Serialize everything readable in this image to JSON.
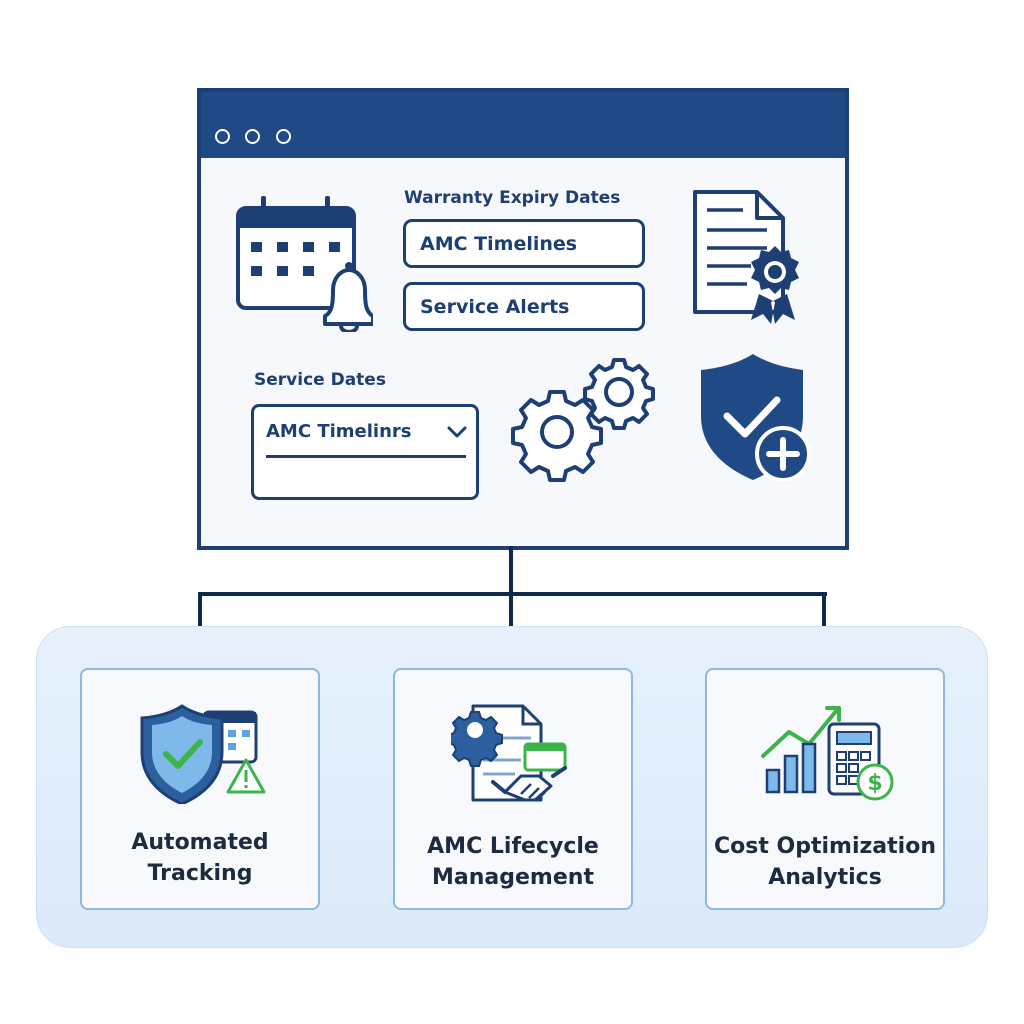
{
  "window": {
    "fields": {
      "top_label": "Warranty Expiry Dates",
      "pill_1": "AMC Timelines",
      "pill_2": "Service Alerts",
      "bottom_label": "Service Dates",
      "dropdown_value": "AMC Timelinrs"
    },
    "icons": [
      "calendar-icon",
      "bell-icon",
      "certificate-document-icon",
      "gears-icon",
      "shield-check-plus-icon"
    ]
  },
  "cards": [
    {
      "line1": "Automated",
      "line2": "Tracking",
      "icon": "shield-calendar-alert-icon"
    },
    {
      "line1": "AMC Lifecycle",
      "line2": "Management",
      "icon": "document-handshake-icon"
    },
    {
      "line1": "Cost Optimization",
      "line2": "Analytics",
      "icon": "chart-calculator-icon"
    }
  ],
  "colors": {
    "navy": "#1d3f73",
    "titlebar": "#1f4a85",
    "card_border": "#8eb8e2",
    "green": "#3db44a",
    "icon_blue": "#2c5f9e"
  }
}
